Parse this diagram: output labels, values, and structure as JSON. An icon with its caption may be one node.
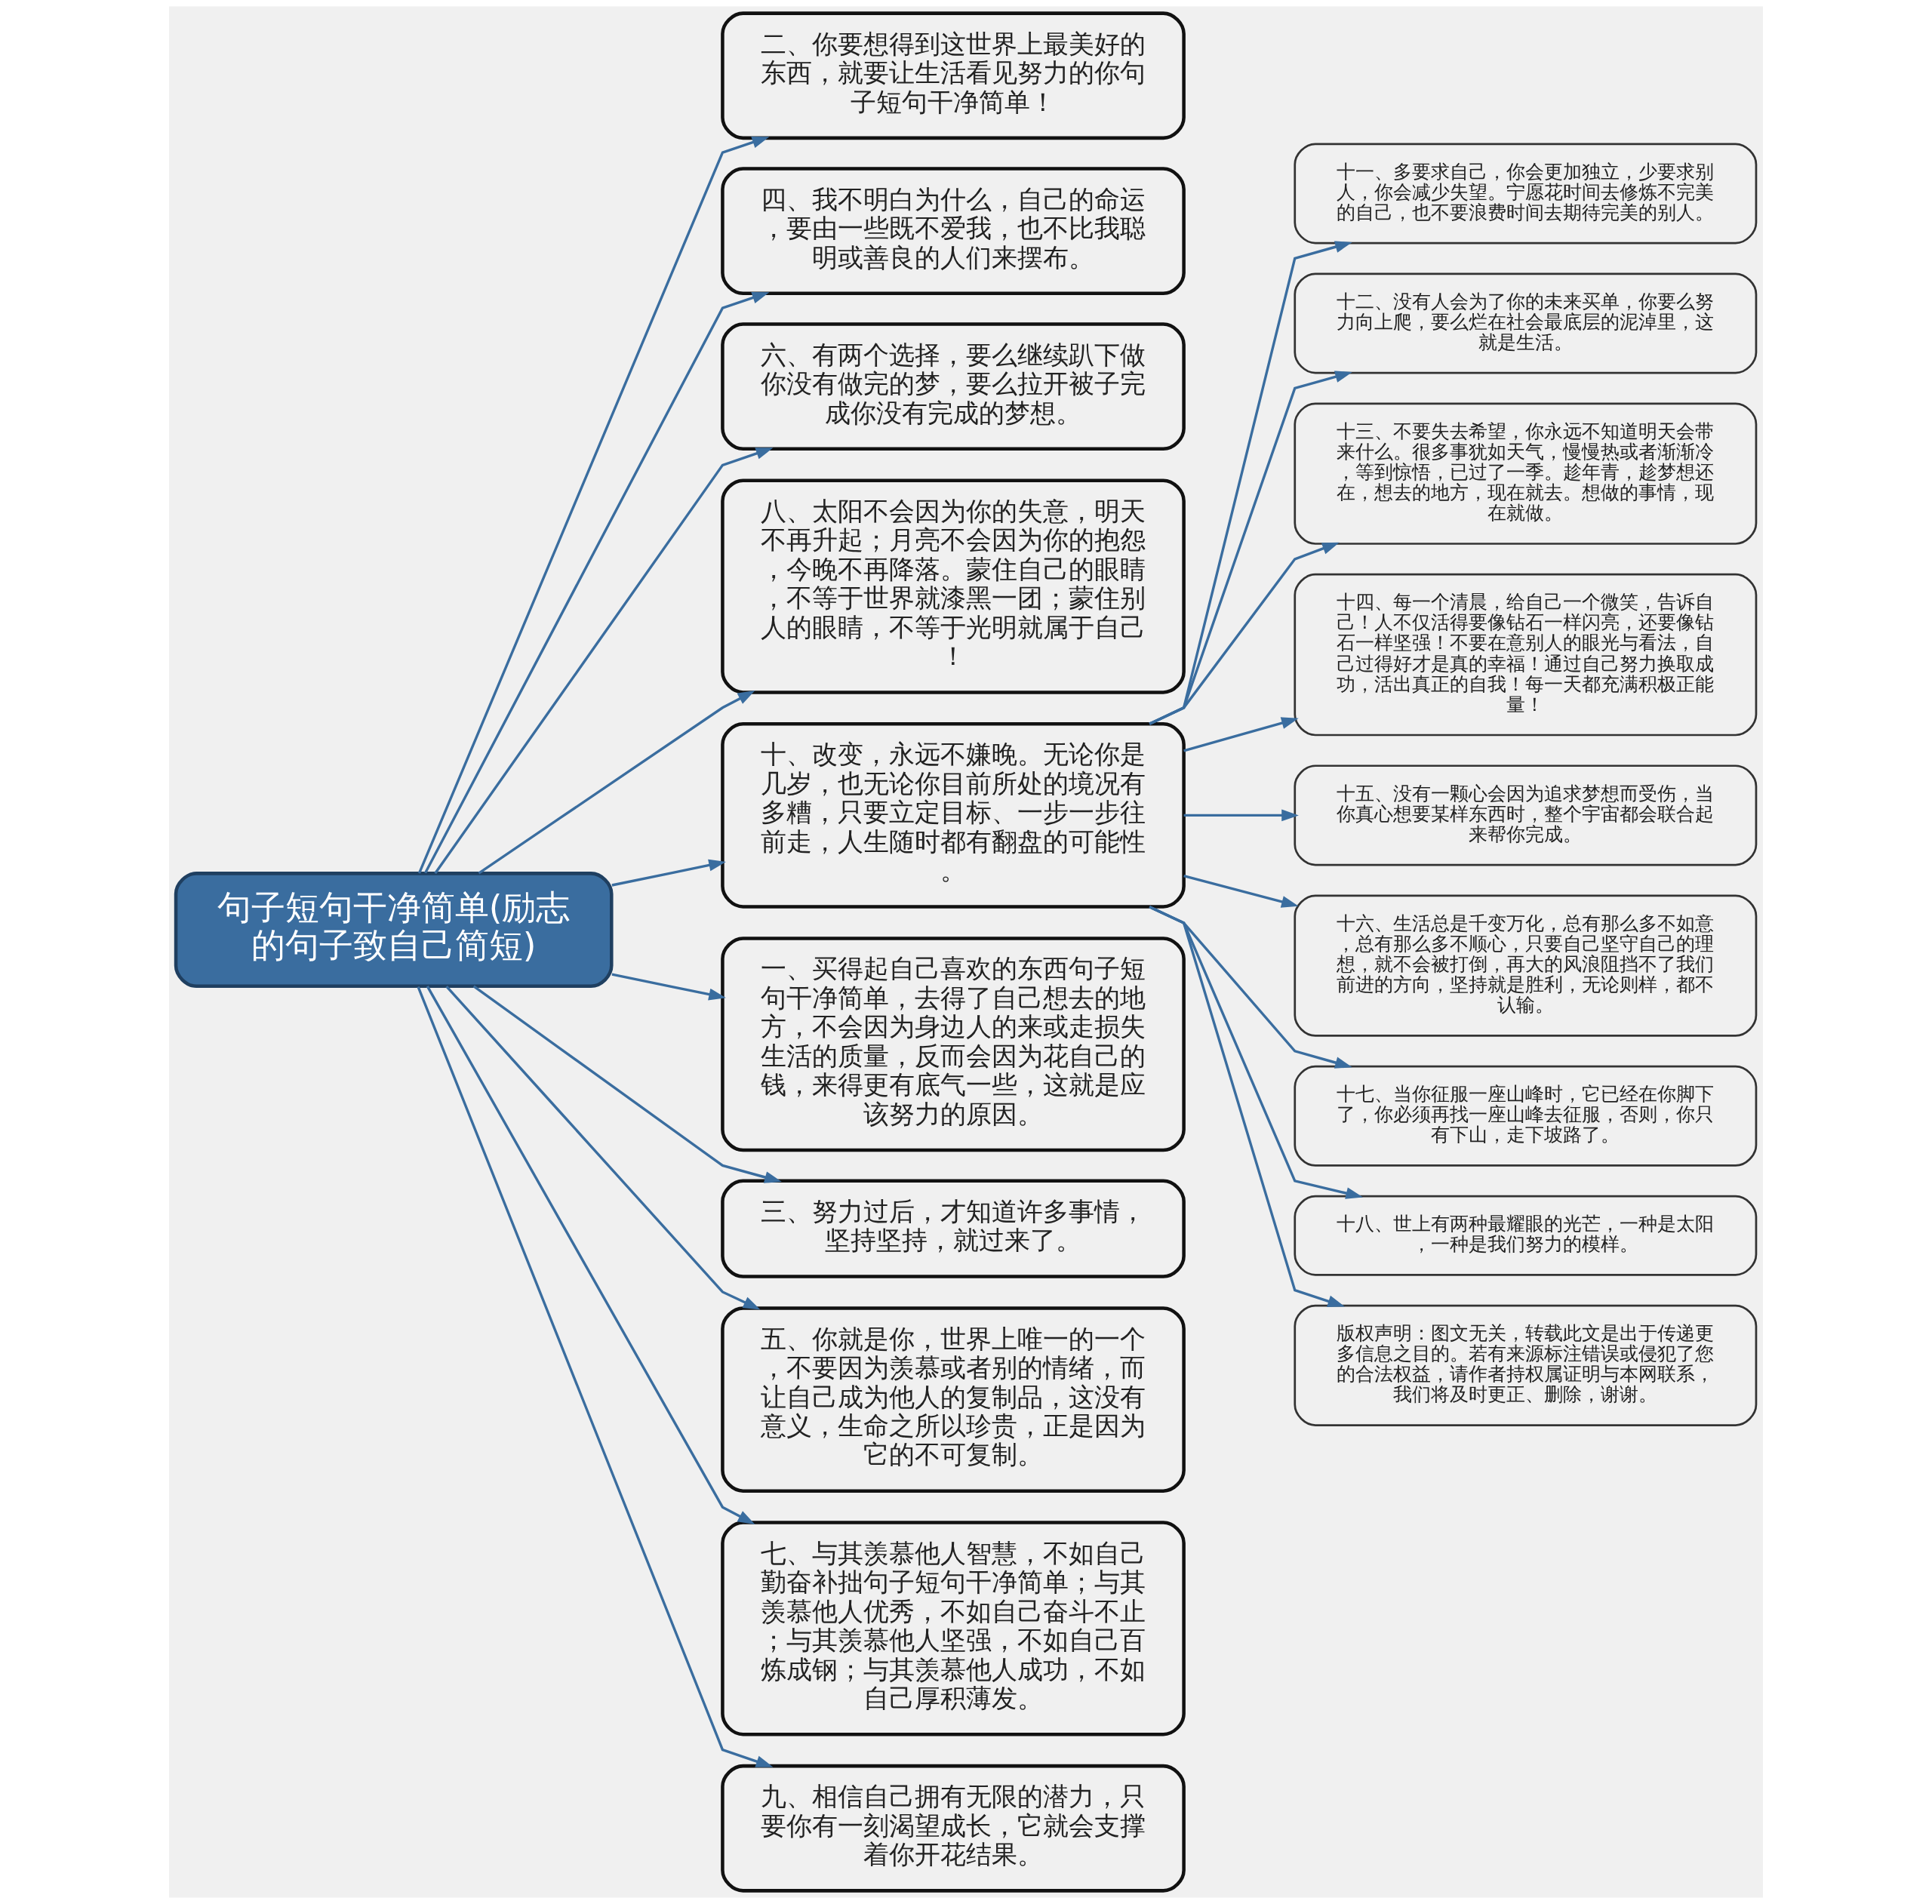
{
  "diagram": {
    "nodes": [
      {
        "text": [
          "句子短句干净简单(励志的句子致自己简短)"
        ]
      },
      {
        "text": [
          "二、你要想得到这世界上最美好的东西，就要让生活看见努力的你句子短句干净简单！"
        ]
      },
      {
        "text": [
          "四、我不明白为什么，自己的命运，要由一些既不爱我，也不比我聪明或善良的人们来摆布。"
        ]
      },
      {
        "text": [
          "六、有两个选择，要么继续趴下做你没有做完的梦，要么拉开被子完成你没有完成的梦想。"
        ]
      },
      {
        "text": [
          "八、太阳不会因为你的失意，明天不再升起；月亮不会因为你的抱怨，今晚不再降落。蒙住自己的眼睛，不等于世界就漆黑一团；蒙住别人的眼睛，不等于光明就属于自己！"
        ]
      },
      {
        "text": [
          "十、改变，永远不嫌晚。无论你是几岁，也无论你目前所处的境况有多糟，只要立定目标、一步一步往前走，人生随时都有翻盘的可能性。"
        ]
      },
      {
        "text": [
          "十一、多要求自己，你会更加独立，少要求别人，你会减少失望。宁愿花时间去修炼不完美的自己，也不要浪费时间去期待完美的别人。"
        ]
      },
      {
        "text": [
          "十二、没有人会为了你的未来买单，你要么努力向上爬，要么烂在社会最底层的泥淖里，这就是生活。"
        ]
      },
      {
        "text": [
          "十三、不要失去希望，你永远不知道明天会带来什么。很多事犹如天气，慢慢热或者渐渐冷，等到惊悟，已过了一季。趁年青，趁梦想还在，想去的地方，现在就去。想做的事情，现在就做。"
        ]
      },
      {
        "text": [
          "十四、每一个清晨，给自己一个微笑，告诉自己！人不仅活得要像钻石一样闪亮，还要像钻石一样坚强！不要在意别人的眼光与看法，自己过得好才是真的幸福！通过自己努力换取成功，活出真正的自我！每一天都充满积极正能量！"
        ]
      },
      {
        "text": [
          "十五、没有一颗心会因为追求梦想而受伤，当你真心想要某样东西时，整个宇宙都会联合起来帮你完成。"
        ]
      },
      {
        "text": [
          "十六、生活总是千变万化，总有那么多不如意，总有那么多不顺心，只要自己坚守自己的理想，就不会被打倒，再大的风浪阻挡不了我们前进的方向，坚持就是胜利，无论则样，都不认输。"
        ]
      },
      {
        "text": [
          "十七、当你征服一座山峰时，它已经在你脚下了，你必须再找一座山峰去征服，否则，你只有下山，走下坡路了。"
        ]
      },
      {
        "text": [
          "十八、世上有两种最耀眼的光芒，一种是太阳，一种是我们努力的模样。"
        ]
      },
      {
        "text": [
          "版权声明：图文无关，转载此文是出于传递更多信息之目的。若有来源标注错误或侵犯了您的合法权益，请作者持权属证明与本网联系，我们将及时更正、删除，谢谢。"
        ]
      },
      {
        "text": [
          "一、买得起自己喜欢的东西句子短句干净简单，去得了自己想去的地方，不会因为身边人的来或走损失生活的质量，反而会因为花自己的钱，来得更有底气一些，这就是应该努力的原因。"
        ]
      },
      {
        "text": [
          "三、努力过后，才知道许多事情，坚持坚持，就过来了。"
        ]
      },
      {
        "text": [
          "五、你就是你，世界上唯一的一个，不要因为羡慕或者别的情绪，而让自己成为他人的复制品，这没有意义，生命之所以珍贵，正是因为它的不可复制。"
        ]
      },
      {
        "text": [
          "七、与其羡慕他人智慧，不如自己勤奋补拙句子短句干净简单；与其羡慕他人优秀，不如自己奋斗不止；与其羡慕他人坚强，不如自己百炼成钢；与其羡慕他人成功，不如自己厚积薄发。"
        ]
      },
      {
        "text": [
          "九、相信自己拥有无限的潜力，只要你有一刻渴望成长，它就会支撑着你开花结果。"
        ]
      }
    ],
    "edges": [
      {
        "from": 0,
        "to": 1,
        "arrow": "to"
      },
      {
        "from": 0,
        "to": 2,
        "arrow": "to"
      },
      {
        "from": 0,
        "to": 3,
        "arrow": "to"
      },
      {
        "from": 0,
        "to": 4,
        "arrow": "to"
      },
      {
        "from": 0,
        "to": 5,
        "arrow": "to"
      },
      {
        "from": 5,
        "to": 6,
        "arrow": "to"
      },
      {
        "from": 5,
        "to": 7,
        "arrow": "to"
      },
      {
        "from": 5,
        "to": 8,
        "arrow": "to"
      },
      {
        "from": 5,
        "to": 9,
        "arrow": "to"
      },
      {
        "from": 5,
        "to": 10,
        "arrow": "to"
      },
      {
        "from": 5,
        "to": 11,
        "arrow": "to"
      },
      {
        "from": 5,
        "to": 12,
        "arrow": "to"
      },
      {
        "from": 5,
        "to": 13,
        "arrow": "to"
      },
      {
        "from": 5,
        "to": 14,
        "arrow": "to"
      },
      {
        "from": 0,
        "to": 15,
        "arrow": "to"
      },
      {
        "from": 0,
        "to": 16,
        "arrow": "to"
      },
      {
        "from": 0,
        "to": 17,
        "arrow": "to"
      },
      {
        "from": 0,
        "to": 18,
        "arrow": "to"
      },
      {
        "from": 0,
        "to": 19,
        "arrow": "to"
      }
    ]
  }
}
